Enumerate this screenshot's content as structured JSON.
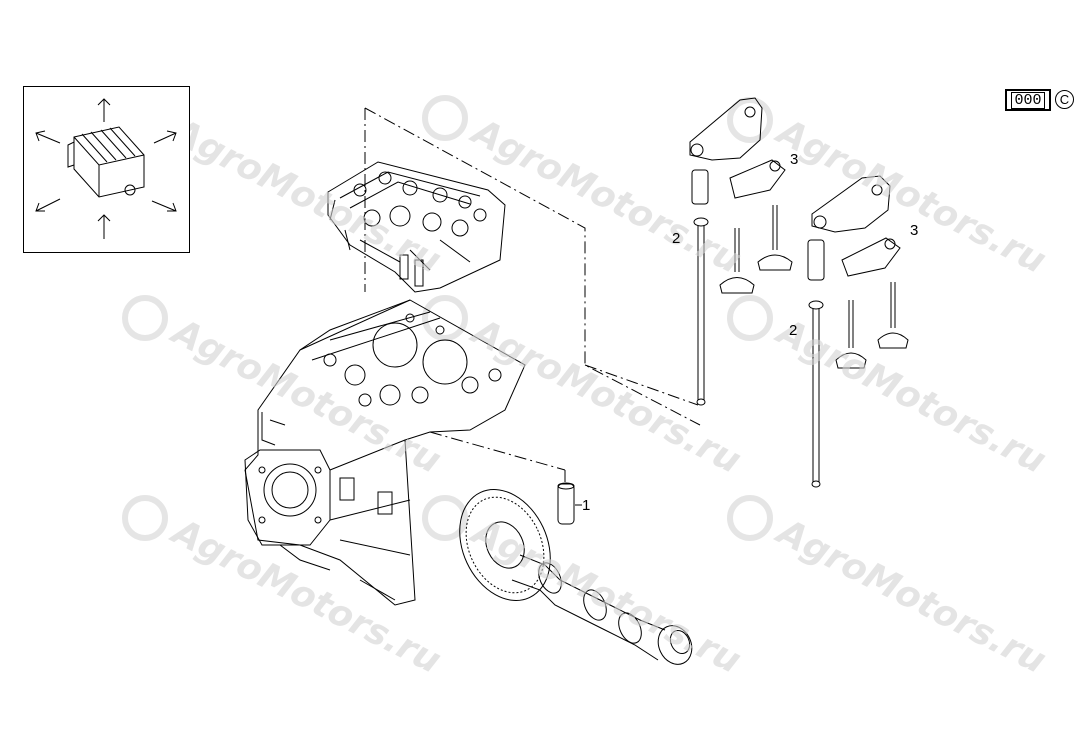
{
  "reference": {
    "code": "000",
    "copyright_symbol": "C"
  },
  "callouts": [
    {
      "id": "push-rod-left",
      "label": "2"
    },
    {
      "id": "push-rod-right",
      "label": "2"
    },
    {
      "id": "rocker-left",
      "label": "3"
    },
    {
      "id": "rocker-right",
      "label": "3"
    },
    {
      "id": "tappet",
      "label": "1"
    }
  ],
  "watermark": {
    "text": "AgroMotors.ru"
  },
  "colors": {
    "line": "#000000",
    "watermark": "#bdbdbd",
    "background": "#ffffff"
  }
}
